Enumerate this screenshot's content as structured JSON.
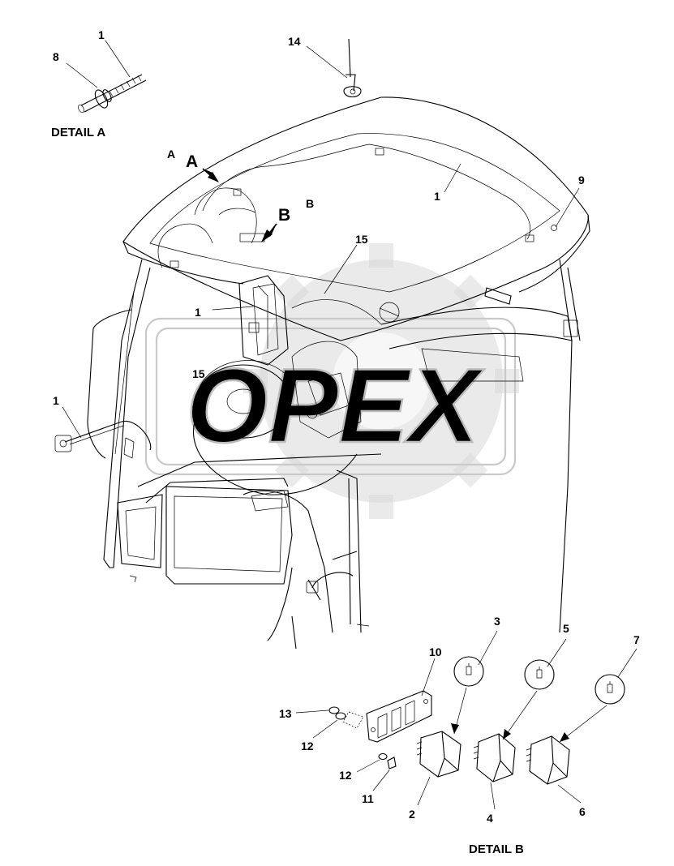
{
  "callouts": {
    "c1_detail": "1",
    "c8": "8",
    "c14": "14",
    "c9": "9",
    "c1_roof": "1",
    "c15_top": "15",
    "c1_pillar": "1",
    "c15_mid": "15",
    "c1_left": "1",
    "c3": "3",
    "c5": "5",
    "c7": "7",
    "c10": "10",
    "c13": "13",
    "c12_top": "12",
    "c12_bottom": "12",
    "c11": "11",
    "c2": "2",
    "c4": "4",
    "c6": "6"
  },
  "labels": {
    "detail_a": "DETAIL A",
    "detail_b": "DETAIL B",
    "marker_a_big": "A",
    "marker_b_big": "B",
    "marker_a_small": "A",
    "marker_b_small": "B"
  },
  "watermark": {
    "text": "OPEX"
  }
}
